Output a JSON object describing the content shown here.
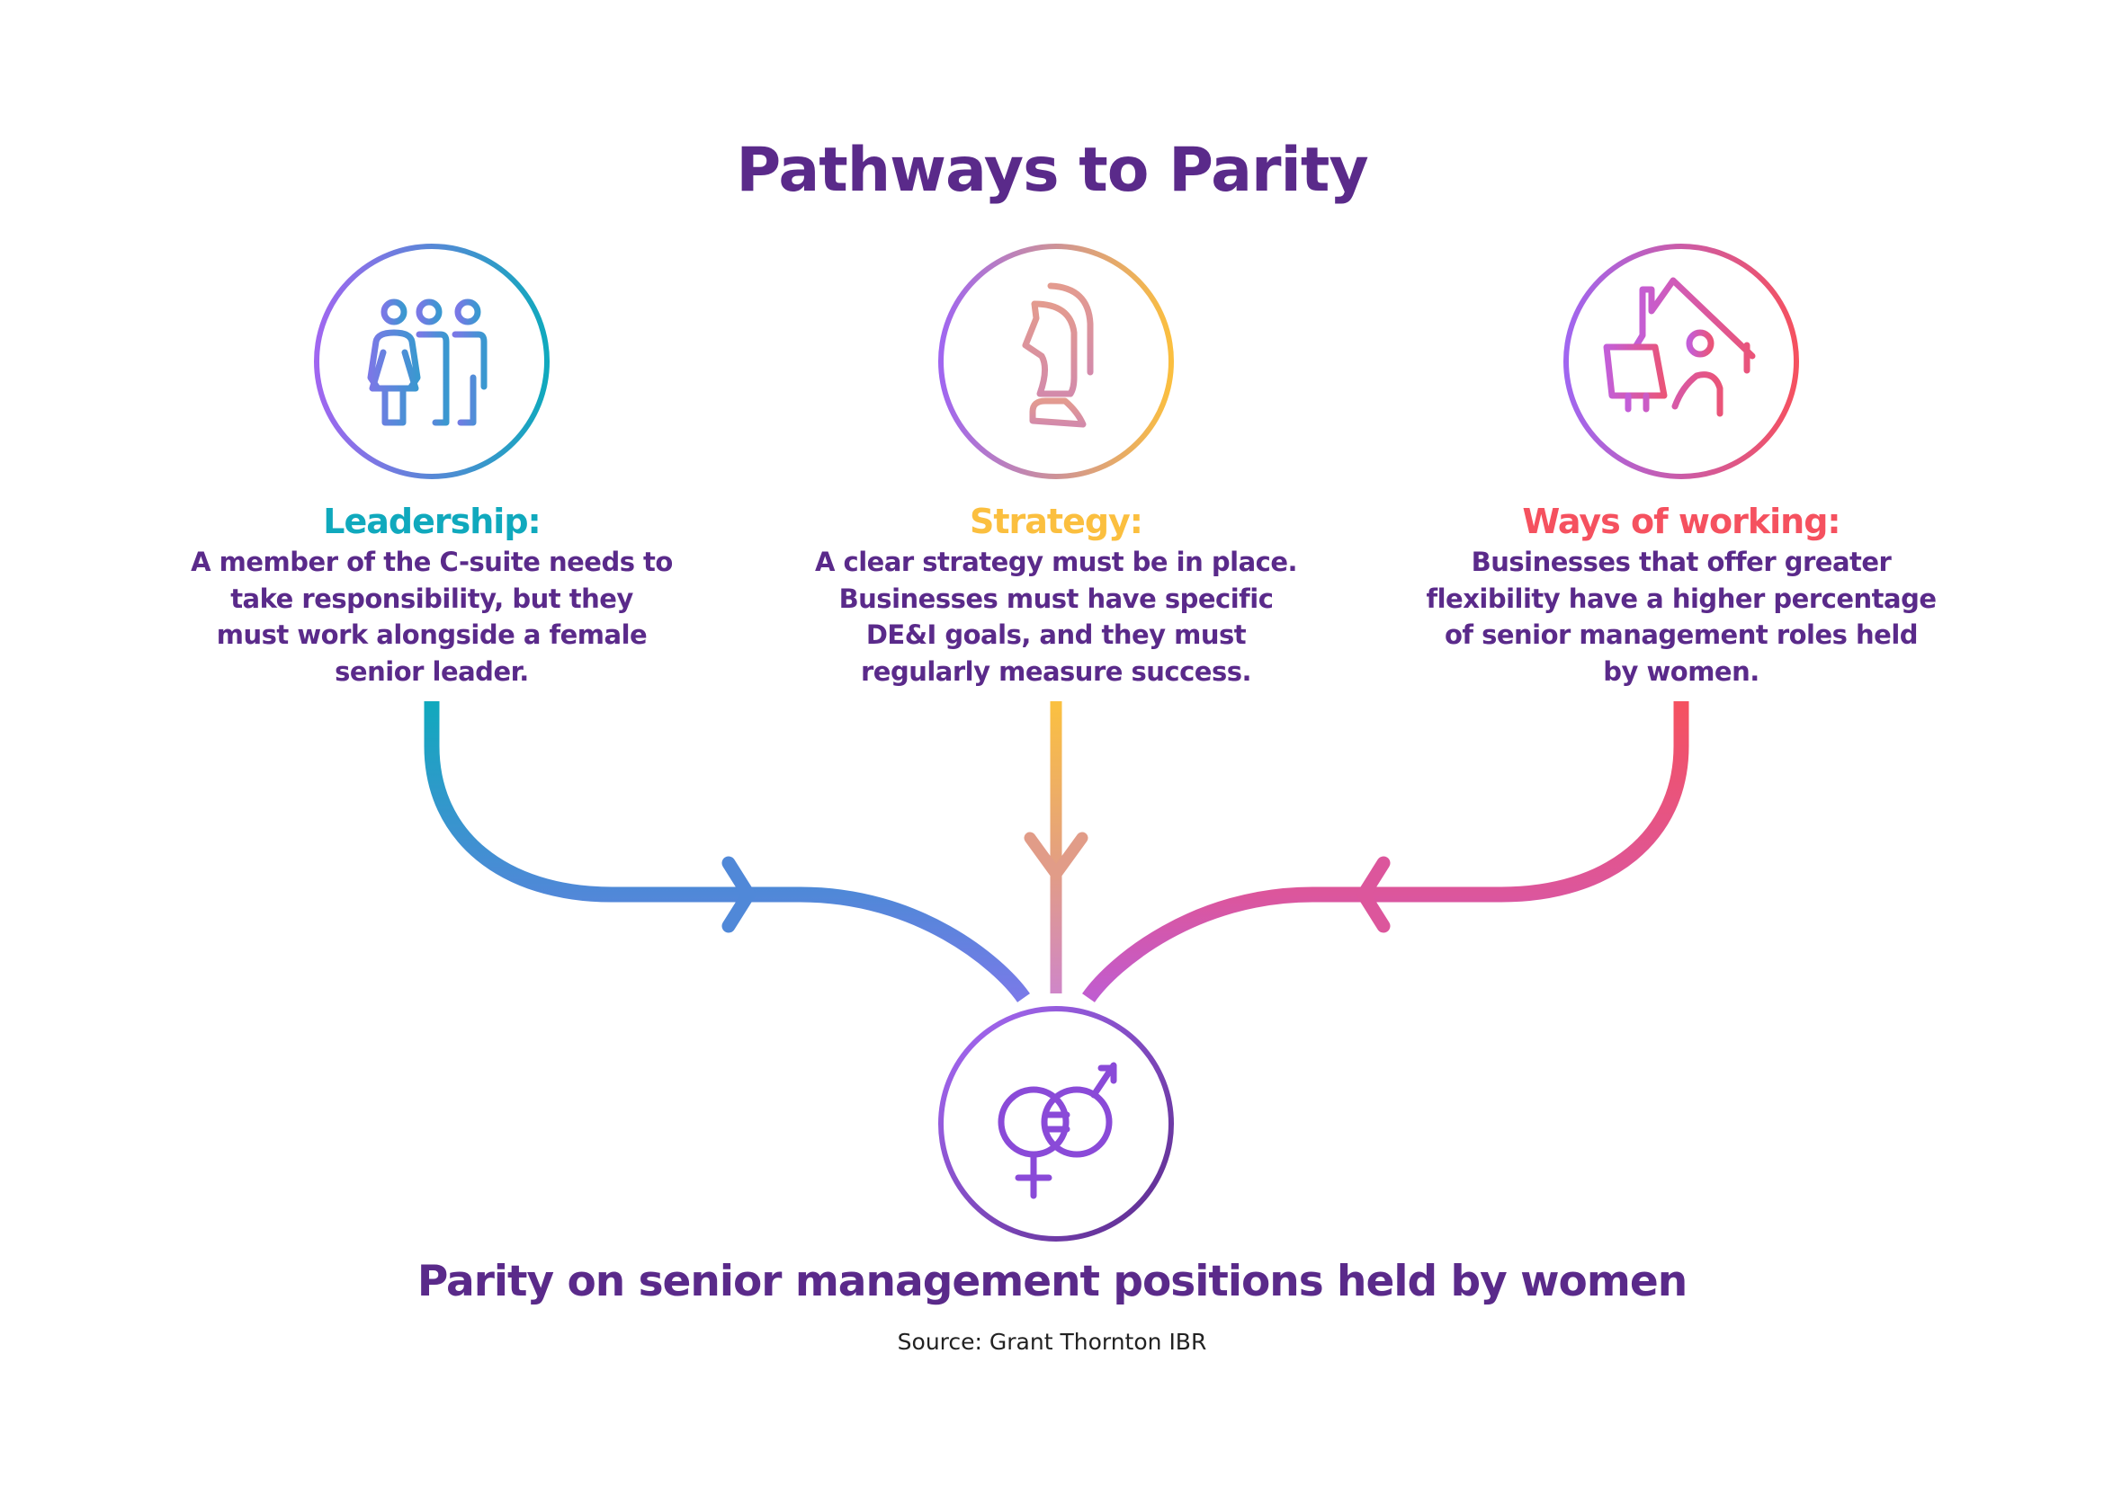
{
  "title": "Pathways to Parity",
  "pillars": [
    {
      "icon": "people-icon",
      "heading": "Leadership:",
      "color": "#10a9bd",
      "lines": [
        "A member of the C-suite needs to",
        "take responsibility, but they",
        "must work alongside a female",
        "senior leader."
      ]
    },
    {
      "icon": "chess-knight-icon",
      "heading": "Strategy:",
      "color": "#fbbf3f",
      "lines": [
        "A clear strategy must be in place.",
        "Businesses must have specific",
        "DE&I goals, and they must",
        "regularly measure success."
      ]
    },
    {
      "icon": "home-working-icon",
      "heading": "Ways of working:",
      "color": "#f5515f",
      "lines": [
        "Businesses that offer greater",
        "flexibility have a higher percentage",
        "of senior management roles held",
        "by women."
      ]
    }
  ],
  "outcome": {
    "icon": "gender-equality-icon",
    "label": "Parity on senior management positions held by women"
  },
  "source": "Source: Grant Thornton IBR",
  "colors": {
    "text": "#5a2a8a",
    "purple": "#a366f5"
  }
}
